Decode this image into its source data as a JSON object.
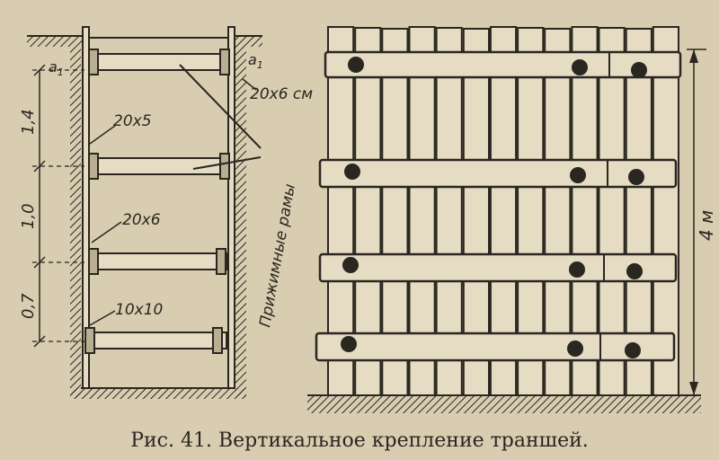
{
  "labels": {
    "a1_left": "a",
    "a1_left_sub": "1",
    "a1_right": "a",
    "a1_right_sub": "1",
    "section_top": "20х6 см",
    "post_left": "20х5",
    "frames_label": "Прижимные рамы",
    "strut_mid": "20х6",
    "strut_bottom": "10х10",
    "dim_1": "1,4",
    "dim_2": "1,0",
    "dim_3": "0,7",
    "height": "4 м"
  },
  "caption": "Рис. 41. Вертикальное крепление траншей.",
  "colors": {
    "paper": "#d9cdb1",
    "ink": "#2a2620",
    "wood": "#e6dcc4"
  }
}
